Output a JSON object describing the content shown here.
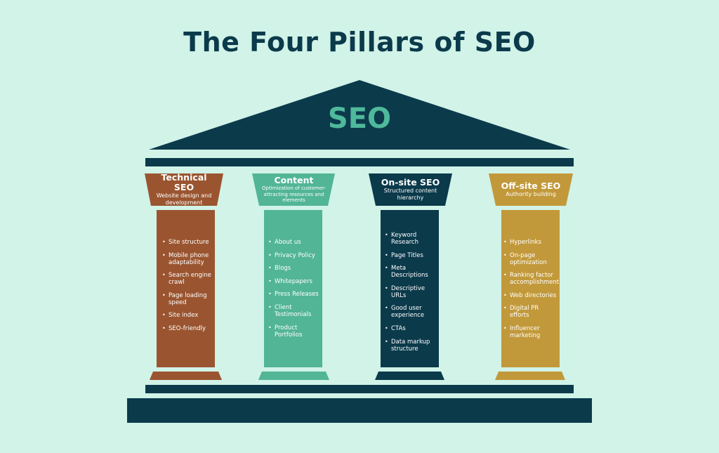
{
  "title": "The Four Pillars of SEO",
  "roof_label": "SEO",
  "colors": {
    "background": "#d1f3e8",
    "navy": "#0b3a4b",
    "brown": "#9a5530",
    "green": "#52b596",
    "gold": "#c2993a",
    "accent_text": "#4fb99b"
  },
  "pillars": [
    {
      "title": "Technical SEO",
      "subtitle": "Website design and development",
      "items": [
        "Site structure",
        "Mobile phone adaptability",
        "Search engine crawl",
        "Page loading speed",
        "Site index",
        "SEO-friendly"
      ]
    },
    {
      "title": "Content",
      "subtitle": "Optimization of customer-attracting resources and elements",
      "items": [
        "About us",
        "Privacy Policy",
        "Blogs",
        "Whitepapers",
        "Press Releases",
        "Client Testimonials",
        "Product Portfolios"
      ]
    },
    {
      "title": "On-site SEO",
      "subtitle": "Structured content hierarchy",
      "items": [
        "Keyword Research",
        "Page Titles",
        "Meta Descriptions",
        "Descriptive URLs",
        "Good user experience",
        "CTAs",
        "Data markup structure"
      ]
    },
    {
      "title": "Off-site SEO",
      "subtitle": "Authority building",
      "items": [
        "Hyperlinks",
        "On-page optimization",
        "Ranking factor accomplishment",
        "Web directories",
        "Digital PR efforts",
        "Influencer marketing"
      ]
    }
  ]
}
